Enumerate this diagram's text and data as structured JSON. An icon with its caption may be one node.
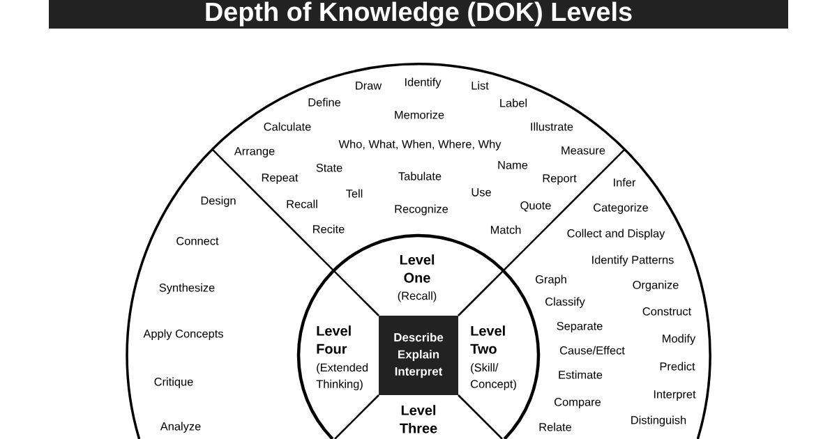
{
  "diagram": {
    "title": "Depth of Knowledge (DOK) Levels",
    "nodes": [
      {
        "text": [
          "Draw",
          "Identify",
          "List",
          "Define",
          "Label",
          "Memorize",
          "Calculate",
          "Illustrate",
          "Arrange",
          "Who, What, When, Where, Why",
          "Measure",
          "State",
          "Name",
          "Repeat",
          "Tabulate",
          "Report",
          "Tell",
          "Use",
          "Recall",
          "Recognize",
          "Quote",
          "Recite",
          "Match"
        ]
      },
      {
        "text": [
          "Design",
          "Connect",
          "Synthesize",
          "Apply Concepts",
          "Critique",
          "Analyze"
        ]
      },
      {
        "text": [
          "Infer",
          "Categorize",
          "Collect and Display",
          "Identify Patterns",
          "Graph",
          "Organize",
          "Classify",
          "Construct",
          "Separate",
          "Modify",
          "Cause/Effect",
          "Predict",
          "Estimate",
          "Interpret",
          "Compare",
          "Distinguish",
          "Relate"
        ]
      },
      {
        "text": [
          "Level One",
          "(Recall)"
        ]
      },
      {
        "text": [
          "Level Four",
          "(Extended Thinking)"
        ]
      },
      {
        "text": [
          "Describe Explain Interpret"
        ]
      },
      {
        "text": [
          "Level Two",
          "(Skill/ Concept)"
        ]
      },
      {
        "text": [
          "Level Three"
        ]
      }
    ]
  }
}
